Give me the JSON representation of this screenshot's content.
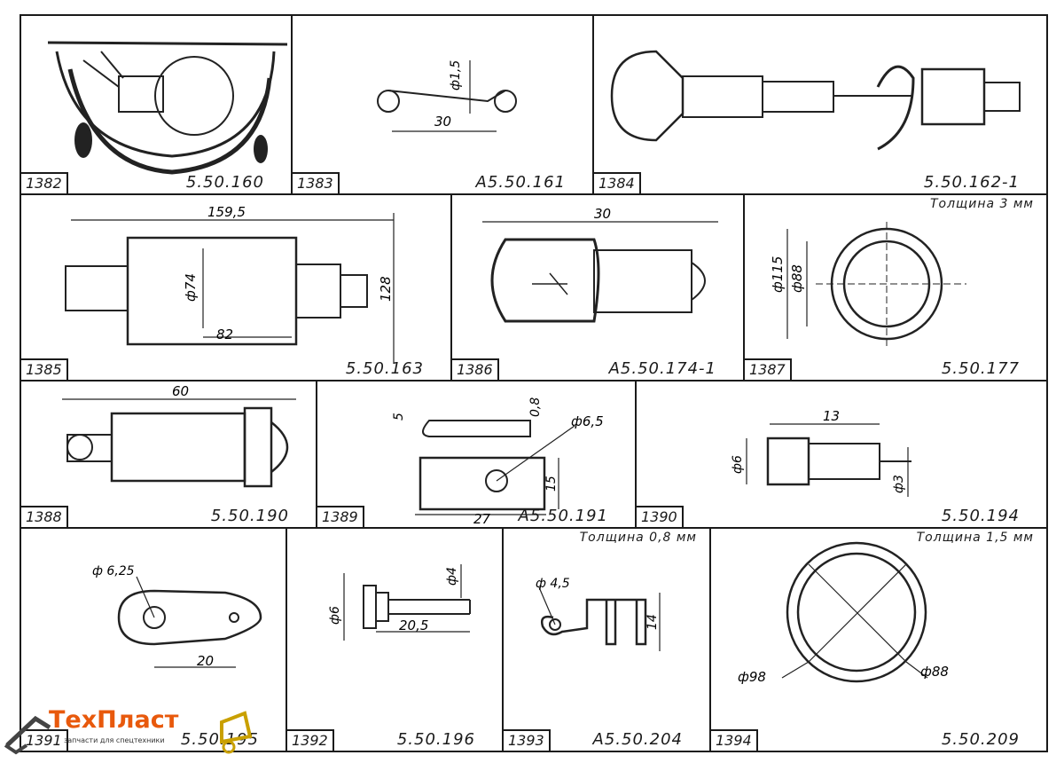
{
  "sheet": {
    "cells": [
      {
        "id": "1382",
        "num": "1382",
        "code": "5.50.160"
      },
      {
        "id": "1383",
        "num": "1383",
        "code": "А5.50.161"
      },
      {
        "id": "1384",
        "num": "1384",
        "code": "5.50.162-1"
      },
      {
        "id": "1385",
        "num": "1385",
        "code": "5.50.163"
      },
      {
        "id": "1386",
        "num": "1386",
        "code": "А5.50.174-1"
      },
      {
        "id": "1387",
        "num": "1387",
        "code": "5.50.177",
        "note": "Толщина 3 мм"
      },
      {
        "id": "1388",
        "num": "1388",
        "code": "5.50.190"
      },
      {
        "id": "1389",
        "num": "1389",
        "code": "А5.50.191"
      },
      {
        "id": "1390",
        "num": "1390",
        "code": "5.50.194"
      },
      {
        "id": "1391",
        "num": "1391",
        "code": "5.50.195"
      },
      {
        "id": "1392",
        "num": "1392",
        "code": "5.50.196"
      },
      {
        "id": "1393",
        "num": "1393",
        "code": "А5.50.204",
        "note": "Толщина 0,8 мм"
      },
      {
        "id": "1394",
        "num": "1394",
        "code": "5.50.209",
        "note": "Толщина 1,5 мм"
      }
    ]
  },
  "dims": {
    "d1383_dia": "ф1,5",
    "d1383_len": "30",
    "d1385_len": "159,5",
    "d1385_dia": "ф74",
    "d1385_body": "82",
    "d1385_h": "128",
    "d1386_len": "30",
    "d1387_outer": "ф115",
    "d1387_inner": "ф88",
    "d1388_len": "60",
    "d1389_t": "5",
    "d1389_w": "0,8",
    "d1389_hole": "ф6,5",
    "d1389_h": "15",
    "d1389_len": "27",
    "d1390_len": "13",
    "d1390_dia": "ф6",
    "d1390_pin": "ф3",
    "d1391_hole": "ф 6,25",
    "d1391_len": "20",
    "d1392_pin": "ф4",
    "d1392_head": "ф6",
    "d1392_len": "20,5",
    "d1393_hole": "ф 4,5",
    "d1393_h": "14",
    "d1394_outer": "ф98",
    "d1394_inner": "ф88"
  },
  "logo": {
    "brand": "ТехПласт",
    "tagline": "запчасти для спецтехники",
    "accent": "#e8590c"
  }
}
